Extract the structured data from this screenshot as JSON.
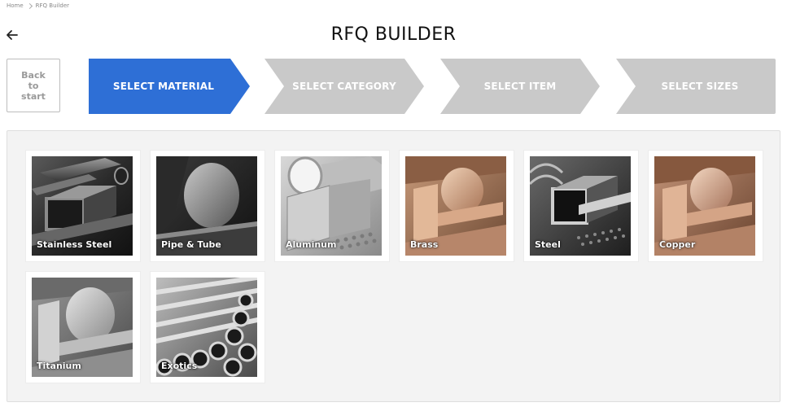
{
  "breadcrumb": {
    "home": "Home",
    "current": "RFQ Builder"
  },
  "page": {
    "title": "RFQ BUILDER",
    "back_to_start": "Back to start"
  },
  "steps": [
    {
      "label": "SELECT MATERIAL",
      "active": true
    },
    {
      "label": "SELECT CATEGORY",
      "active": false
    },
    {
      "label": "SELECT ITEM",
      "active": false
    },
    {
      "label": "SELECT SIZES",
      "active": false
    }
  ],
  "colors": {
    "active_step": "#2e6fd6",
    "inactive_step": "#c9c9c9",
    "panel_bg": "#f3f3f3"
  },
  "materials": [
    {
      "label": "Stainless Steel",
      "image_icon": "stainless-steel-image"
    },
    {
      "label": "Pipe & Tube",
      "image_icon": "pipe-tube-image"
    },
    {
      "label": "Aluminum",
      "image_icon": "aluminum-image"
    },
    {
      "label": "Brass",
      "image_icon": "brass-image"
    },
    {
      "label": "Steel",
      "image_icon": "steel-image"
    },
    {
      "label": "Copper",
      "image_icon": "copper-image"
    },
    {
      "label": "Titanium",
      "image_icon": "titanium-image"
    },
    {
      "label": "Exotics",
      "image_icon": "exotics-image"
    }
  ]
}
